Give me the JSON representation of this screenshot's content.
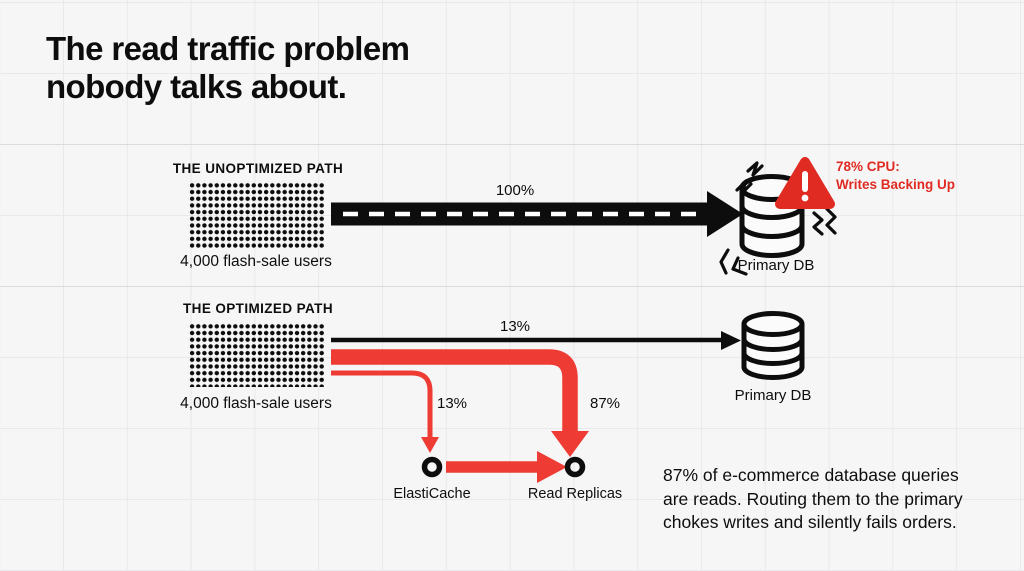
{
  "page": {
    "title": "The read traffic problem\nnobody talks about."
  },
  "unoptimized_path": {
    "section_label": "THE UNOPTIMIZED PATH",
    "users_label": "4,000 flash-sale users",
    "traffic_pct": "100%",
    "db_label": "Primary DB",
    "alert_text": "78% CPU:\nWrites Backing Up"
  },
  "optimized_path": {
    "section_label": "THE OPTIMIZED PATH",
    "users_label": "4,000 flash-sale users",
    "primary_pct": "13%",
    "cache_pct": "13%",
    "replicas_pct": "87%",
    "db_label": "Primary DB",
    "cache_label": "ElastiCache",
    "replicas_label": "Read Replicas"
  },
  "footnote": "87% of e-commerce database queries\nare reads. Routing them to the primary\nchokes writes and silently fails orders.",
  "colors": {
    "flow_red": "#ee3b33",
    "alert_red": "#e02b22",
    "ink_black": "#0d0d0d",
    "background": "#f6f6f7"
  }
}
